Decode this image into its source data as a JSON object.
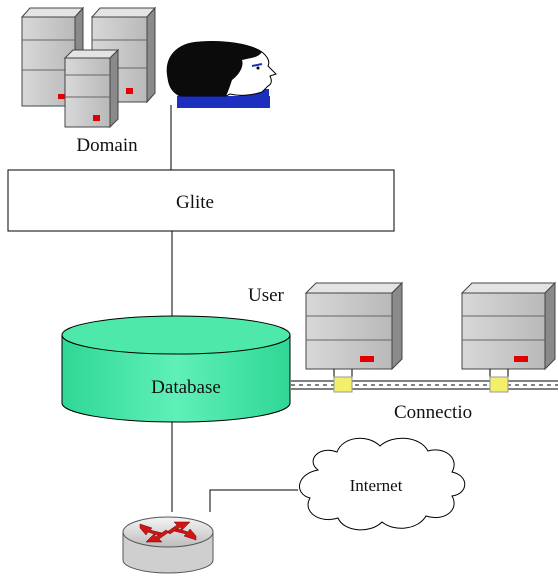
{
  "diagram": {
    "domain_label": "Domain",
    "glite_label": "Glite",
    "user_label": "User",
    "database_label": "Database",
    "connection_label": "Connectio",
    "internet_label": "Internet"
  },
  "icons": {
    "domain_servers": "server-stack-icon",
    "domain_user": "person-head-icon",
    "user_servers": "server-icon",
    "network_node": "network-tap-icon",
    "cloud": "cloud-icon",
    "router": "router-icon"
  },
  "colors": {
    "server_body": "#c8c8c8",
    "server_led": "#e00000",
    "database_fill": "#3fe3a2",
    "tap_fill": "#f2f06a",
    "router_arrows": "#d01515",
    "collar": "#1d2fbf"
  }
}
